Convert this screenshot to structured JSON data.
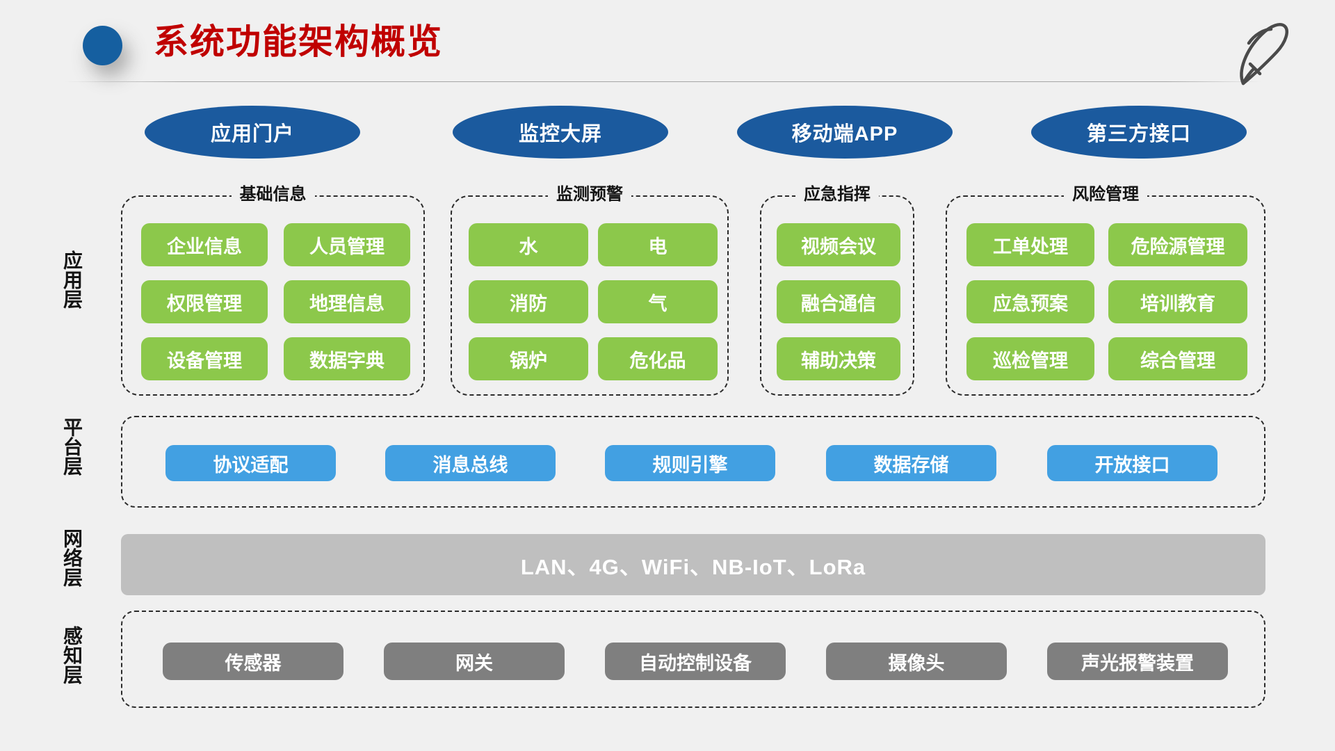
{
  "header": {
    "title": "系统功能架构概览",
    "dot_color": "#155FA0",
    "title_color": "#C00000",
    "pen_icon": "pen-icon"
  },
  "palette": {
    "background": "#f0f0f0",
    "ellipse_blue": "#1B5A9E",
    "tile_green": "#8CC84B",
    "tile_blue": "#42A0E2",
    "tile_gray": "#7F7F7F",
    "network_gray": "#BFBFBF"
  },
  "layer_labels": [
    {
      "name": "application",
      "text": "应用层"
    },
    {
      "name": "platform",
      "text": "平台层"
    },
    {
      "name": "network",
      "text": "网络层"
    },
    {
      "name": "perception",
      "text": "感知层"
    }
  ],
  "access_channels": [
    {
      "label": "应用门户"
    },
    {
      "label": "监控大屏"
    },
    {
      "label": "移动端APP"
    },
    {
      "label": "第三方接口"
    }
  ],
  "application_layer": {
    "groups": [
      {
        "title": "基础信息",
        "columns": 2,
        "items": [
          "企业信息",
          "人员管理",
          "权限管理",
          "地理信息",
          "设备管理",
          "数据字典"
        ]
      },
      {
        "title": "监测预警",
        "columns": 2,
        "items": [
          "水",
          "电",
          "消防",
          "气",
          "锅炉",
          "危化品"
        ]
      },
      {
        "title": "应急指挥",
        "columns": 1,
        "items": [
          "视频会议",
          "融合通信",
          "辅助决策"
        ]
      },
      {
        "title": "风险管理",
        "columns": 2,
        "items": [
          "工单处理",
          "危险源管理",
          "应急预案",
          "培训教育",
          "巡检管理",
          "综合管理"
        ]
      }
    ]
  },
  "platform_layer": {
    "items": [
      "协议适配",
      "消息总线",
      "规则引擎",
      "数据存储",
      "开放接口"
    ]
  },
  "network_layer": {
    "text": "LAN、4G、WiFi、NB-IoT、LoRa"
  },
  "perception_layer": {
    "items": [
      "传感器",
      "网关",
      "自动控制设备",
      "摄像头",
      "声光报警装置"
    ]
  }
}
